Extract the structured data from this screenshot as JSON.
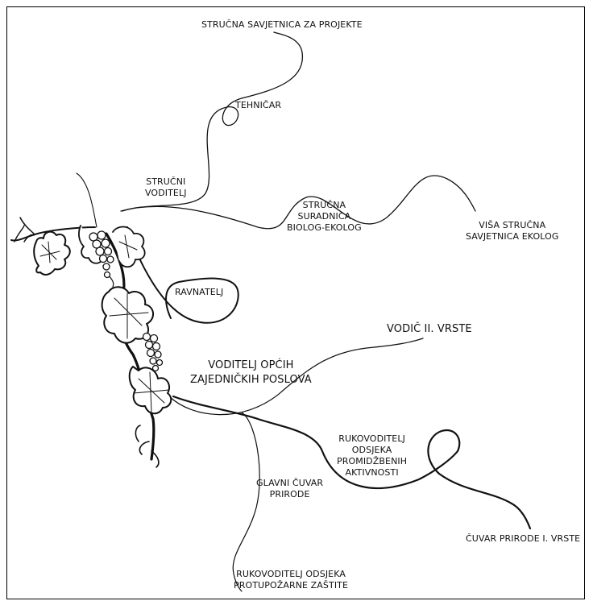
{
  "nodes": {
    "strucna_savjetnica_za_projekte": [
      "STRUČNA SAVJETNICA ZA PROJEKTE"
    ],
    "tehnicar": [
      "TEHNIČAR"
    ],
    "strucni_voditelj": [
      "STRUČNI",
      "VODITELJ"
    ],
    "strucna_suradnica": [
      "STRUČNA",
      "SURADNICA",
      "BIOLOG-EKOLOG"
    ],
    "visa_strucna_savjetnica": [
      "VIŠA STRUČNA",
      "SAVJETNICA EKOLOG"
    ],
    "ravnatelj": [
      "RAVNATELJ"
    ],
    "vodic": [
      "VODIČ II. VRSTE"
    ],
    "voditelj_opcih": [
      "VODITELJ OPĆIH",
      "ZAJEDNIČKIH POSLOVA"
    ],
    "rukovoditelj_promidzbenih": [
      "RUKOVODITELJ",
      "ODSJEKA",
      "PROMIDŽBENIH",
      "AKTIVNOSTI"
    ],
    "glavni_cuvar": [
      "GLAVNI ČUVAR",
      "PRIRODE"
    ],
    "cuvar_prirode": [
      "ČUVAR PRIRODE I. VRSTE"
    ],
    "rukovoditelj_protupozarne": [
      "RUKOVODITELJ ODSJEKA",
      "PROTUPOŽARNE ZAŠTITE"
    ]
  },
  "colors": {
    "line": "#111111",
    "text": "#111111",
    "background": "#ffffff"
  },
  "icons": [
    "grapevine-illustration"
  ]
}
